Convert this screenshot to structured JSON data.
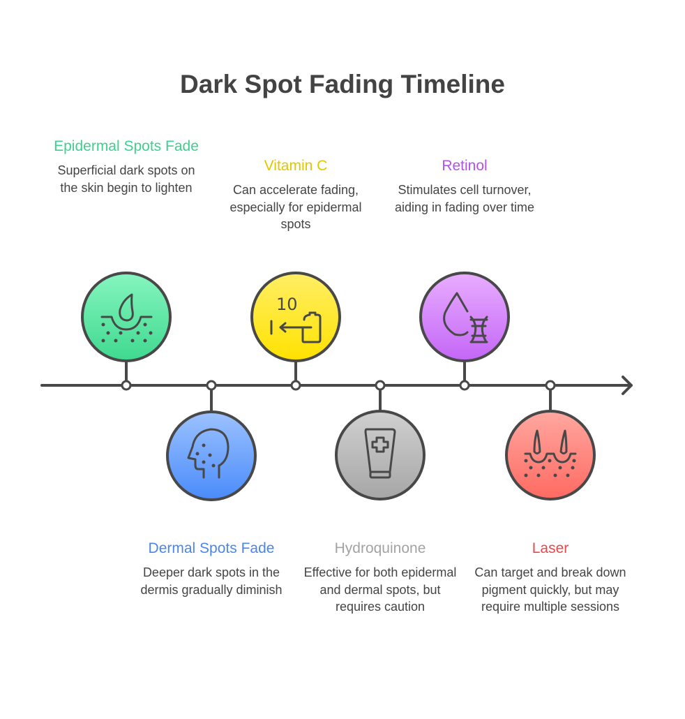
{
  "title": "Dark Spot Fading Timeline",
  "items": [
    {
      "title": "Epidermal Spots Fade",
      "description": "Superficial dark spots on the skin begin to lighten",
      "color": "#3fcf8e",
      "icon": "skin-drop-icon",
      "position": "above"
    },
    {
      "title": "Dermal Spots Fade",
      "description": "Deeper dark spots in the dermis gradually diminish",
      "color": "#4a86ec",
      "icon": "head-spots-icon",
      "position": "below"
    },
    {
      "title": "Vitamin C",
      "description": "Can accelerate fading, especially for epidermal spots",
      "color": "#e3c600",
      "icon": "vitamin-bottle-icon",
      "position": "above",
      "icon_text": "10"
    },
    {
      "title": "Hydroquinone",
      "description": "Effective for both epidermal and dermal spots, but requires caution",
      "color": "#a3a3a3",
      "icon": "cream-tube-icon",
      "position": "below"
    },
    {
      "title": "Retinol",
      "description": "Stimulates cell turnover, aiding in fading over time",
      "color": "#b452ea",
      "icon": "drop-dna-icon",
      "position": "above"
    },
    {
      "title": "Laser",
      "description": "Can target and break down pigment quickly, but may require multiple sessions",
      "color": "#ea4848",
      "icon": "hair-follicle-icon",
      "position": "below"
    }
  ]
}
